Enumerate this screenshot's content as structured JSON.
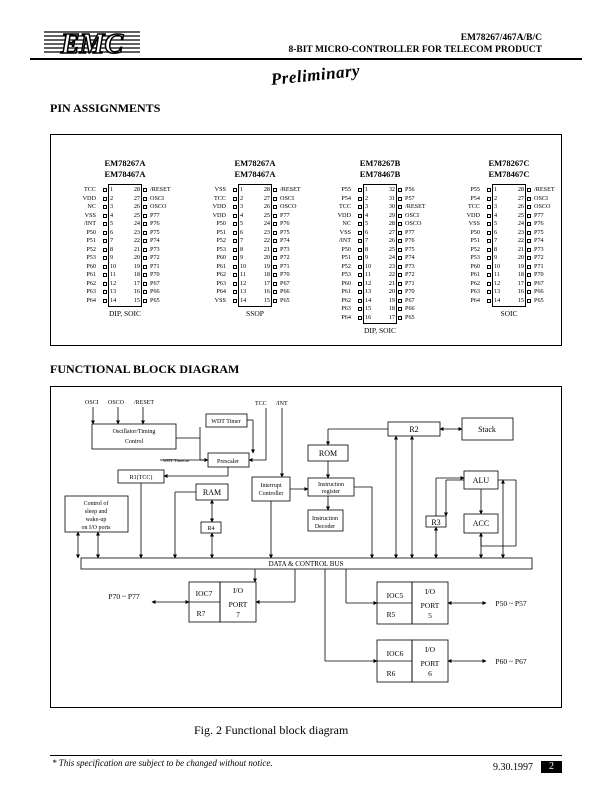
{
  "header": {
    "logo_text": "EMC",
    "title": "EM78267/467A/B/C",
    "subtitle": "8-BIT MICRO-CONTROLLER FOR TELECOM PRODUCT",
    "preliminary": "Preliminary"
  },
  "pin_assignments": {
    "heading": "PIN  ASSIGNMENTS",
    "packages": [
      {
        "title1": "EM78267A",
        "title2": "EM78467A",
        "caption": "DIP, SOIC",
        "left": [
          "TCC",
          "VDD",
          "NC",
          "VSS",
          "/INT",
          "P50",
          "P51",
          "P52",
          "P53",
          "P60",
          "P61",
          "P62",
          "P63",
          "P64"
        ],
        "right": [
          "/RESET",
          "OSCI",
          "OSCO",
          "P77",
          "P76",
          "P75",
          "P74",
          "P73",
          "P72",
          "P71",
          "P70",
          "P67",
          "P66",
          "P65"
        ]
      },
      {
        "title1": "EM78267A",
        "title2": "EM78467A",
        "caption": "SSOP",
        "left": [
          "VSS",
          "TCC",
          "VDD",
          "VDD",
          "P50",
          "P51",
          "P52",
          "P53",
          "P60",
          "P61",
          "P62",
          "P63",
          "P64",
          "VSS"
        ],
        "right": [
          "/RESET",
          "OSCI",
          "OSCO",
          "P77",
          "P76",
          "P75",
          "P74",
          "P73",
          "P72",
          "P71",
          "P70",
          "P67",
          "P66",
          "P65"
        ]
      },
      {
        "title1": "EM78267B",
        "title2": "EM78467B",
        "caption": "DIP, SOIC",
        "left": [
          "P55",
          "P54",
          "TCC",
          "VDD",
          "NC",
          "VSS",
          "/INT",
          "P50",
          "P51",
          "P52",
          "P53",
          "P60",
          "P61",
          "P62",
          "P63",
          "P64"
        ],
        "right": [
          "P56",
          "P57",
          "/RESET",
          "OSCI",
          "OSCO",
          "P77",
          "P76",
          "P75",
          "P74",
          "P73",
          "P72",
          "P71",
          "P70",
          "P67",
          "P66",
          "P65"
        ]
      },
      {
        "title1": "EM78267C",
        "title2": "EM78467C",
        "caption": "SOIC",
        "left": [
          "P55",
          "P54",
          "TCC",
          "VDD",
          "VSS",
          "P50",
          "P51",
          "P52",
          "P53",
          "P60",
          "P61",
          "P62",
          "P63",
          "P64"
        ],
        "right": [
          "/RESET",
          "OSCI",
          "OSCO",
          "P77",
          "P76",
          "P75",
          "P74",
          "P73",
          "P72",
          "P71",
          "P70",
          "P67",
          "P66",
          "P65"
        ]
      }
    ]
  },
  "block_diagram": {
    "heading": "FUNCTIONAL BLOCK DIAGRAM",
    "labels": {
      "osci": "OSCI",
      "osco": "OSCO",
      "reset": "/RESET",
      "tcc": "TCC",
      "int": "/INT",
      "osc_timing_1": "Oscillator/Timing",
      "osc_timing_2": "Control",
      "wdt_timer": "WDT Timer",
      "wdt_timeout": "WDT Timeout",
      "prescaler": "Prescaler",
      "r1": "R1(TCC)",
      "ram": "RAM",
      "r4": "R4",
      "ctrl_1": "Control of",
      "ctrl_2": "sleep and",
      "ctrl_3": "wake-up",
      "ctrl_4": "on I/O ports",
      "rom": "ROM",
      "interrupt_1": "Interrupt",
      "interrupt_2": "Controller",
      "instr_reg_1": "Instruction",
      "instr_reg_2": "register",
      "instr_dec_1": "Instruction",
      "instr_dec_2": "Decoder",
      "r2": "R2",
      "stack": "Stack",
      "alu": "ALU",
      "r3": "R3",
      "acc": "ACC",
      "bus": "DATA & CONTROL BUS",
      "ioc7": "IOC7",
      "r7": "R7",
      "io7_1": "I/O",
      "io7_2": "PORT",
      "io7_3": "7",
      "p7": "P70 ~ P77",
      "ioc5": "IOC5",
      "r5": "R5",
      "io5_1": "I/O",
      "io5_2": "PORT",
      "io5_3": "5",
      "p5": "P50 ~ P57",
      "ioc6": "IOC6",
      "r6": "R6",
      "io6_1": "I/O",
      "io6_2": "PORT",
      "io6_3": "6",
      "p6": "P60 ~ P67"
    }
  },
  "figure_caption": "Fig. 2  Functional block diagram",
  "footer": {
    "note": "* This specification are subject to be changed without notice.",
    "date": "9.30.1997",
    "page": "2"
  }
}
